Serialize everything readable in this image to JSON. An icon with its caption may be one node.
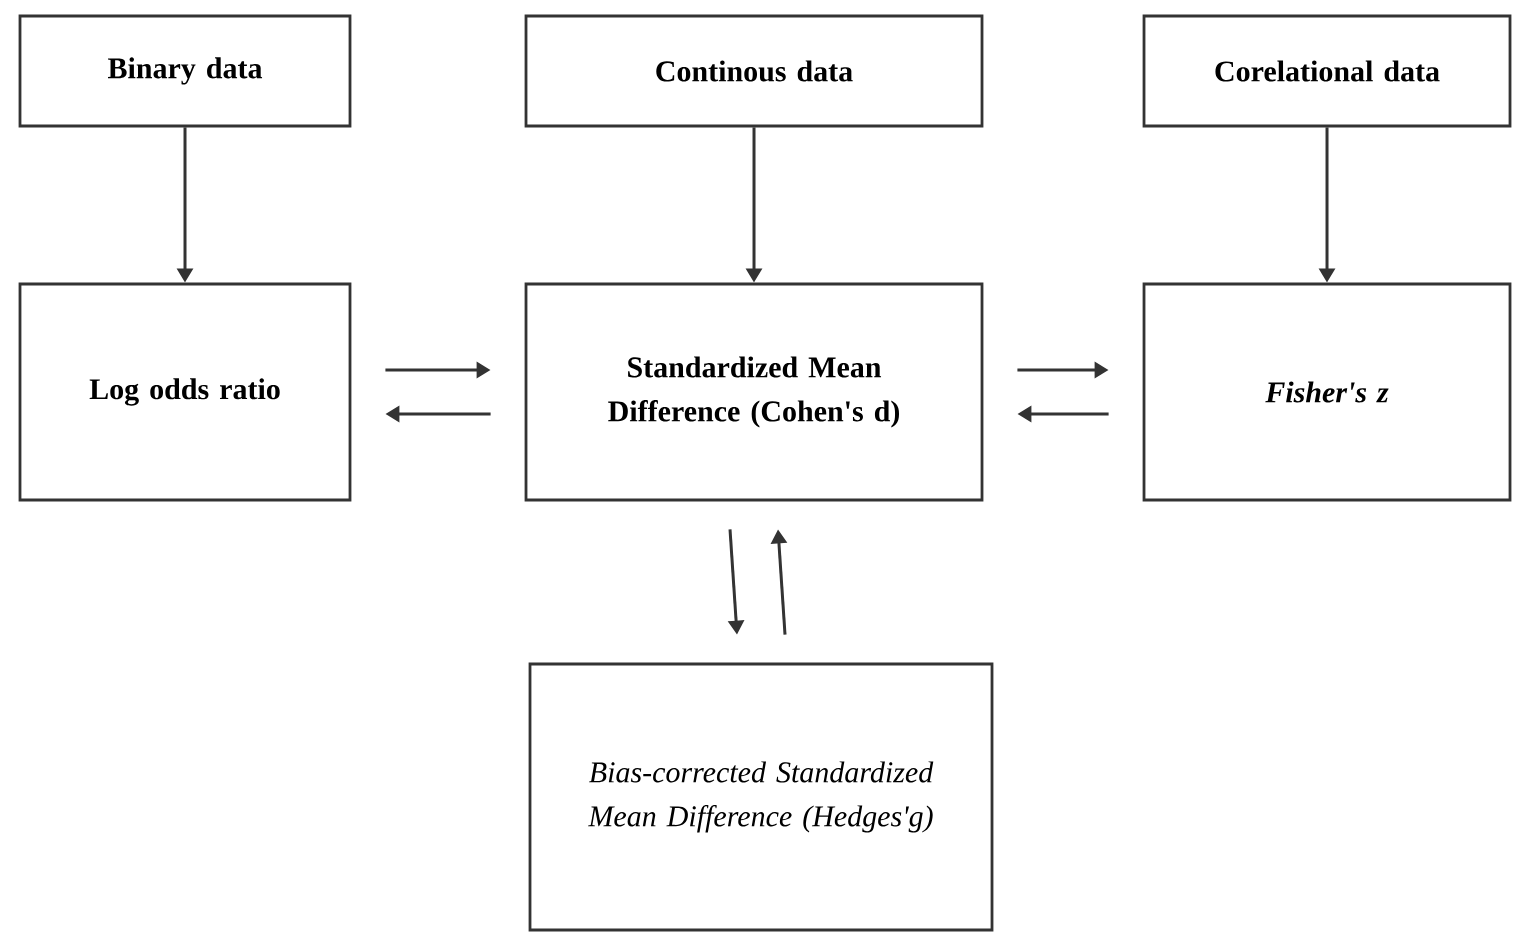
{
  "diagram": {
    "nodes": [
      {
        "text": [
          "Binary data"
        ]
      },
      {
        "text": [
          "Continous data"
        ]
      },
      {
        "text": [
          "Corelational data"
        ]
      },
      {
        "text": [
          "Log odds ratio"
        ]
      },
      {
        "text": [
          "Standardized Mean Difference (Cohen's d)"
        ]
      },
      {
        "text": [
          "Fisher's z"
        ]
      },
      {
        "text": [
          "Bias-corrected Standardized Mean Difference (Hedges'g)"
        ]
      }
    ],
    "edges": [
      {
        "from": 0,
        "to": 3,
        "arrow": "to"
      },
      {
        "from": 1,
        "to": 4,
        "arrow": "to"
      },
      {
        "from": 2,
        "to": 5,
        "arrow": "to"
      },
      {
        "from": 3,
        "to": 4,
        "arrow": "to"
      },
      {
        "from": 4,
        "to": 3,
        "arrow": "to"
      },
      {
        "from": 4,
        "to": 5,
        "arrow": "to"
      },
      {
        "from": 5,
        "to": 4,
        "arrow": "to"
      },
      {
        "from": 4,
        "to": 6,
        "arrow": "to"
      },
      {
        "from": 6,
        "to": 4,
        "arrow": "to"
      }
    ]
  }
}
